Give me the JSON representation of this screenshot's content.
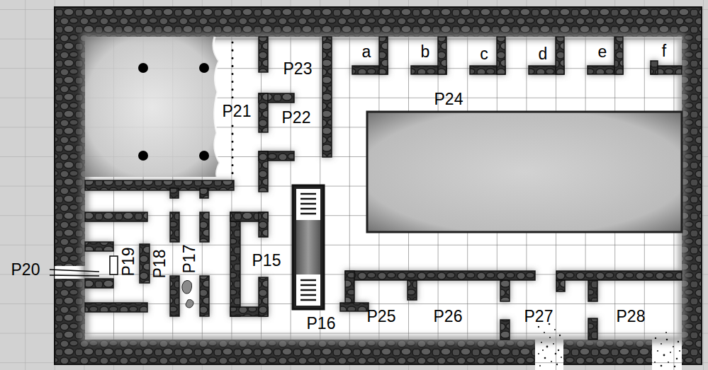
{
  "diagram": {
    "labels": [
      "P23",
      "a",
      "b",
      "c",
      "d",
      "e",
      "f",
      "P24",
      "P21",
      "P22",
      "P15",
      "P20",
      "P19",
      "P18",
      "P17",
      "P16",
      "P25",
      "P26",
      "P27",
      "P28"
    ]
  }
}
